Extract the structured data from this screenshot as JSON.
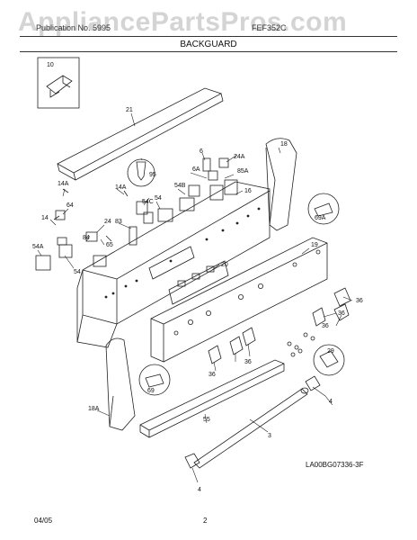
{
  "header": {
    "watermark": "AppliancePartsPros.com",
    "left_text": "Publication No. 5995",
    "right_text": "FEF352C",
    "section_title": "BACKGUARD"
  },
  "callouts": {
    "c10": "10",
    "c21": "21",
    "c18": "18",
    "c6": "6",
    "c24A": "24A",
    "c6A": "6A",
    "c85A": "85A",
    "c95": "95",
    "c14A": "14A",
    "c14Ab": "14A",
    "c54B": "54B",
    "c54": "54",
    "c54C": "54C",
    "c16": "16",
    "c69A": "69A",
    "c64": "64",
    "c14": "14",
    "c24": "24",
    "c83": "83",
    "c84": "84",
    "c65": "65",
    "c54A": "54A",
    "c54b": "54",
    "c19": "19",
    "c20": "20",
    "c36a": "36",
    "c36b": "36",
    "c36c": "36",
    "c36d": "36",
    "c36e": "36",
    "c29": "29",
    "c4a": "4",
    "c69": "69",
    "c18A": "18A",
    "c55": "55",
    "c3": "3",
    "c4b": "4"
  },
  "footer": {
    "figure_code": "LA00BG07336-3F",
    "date": "04/05",
    "page": "2"
  }
}
